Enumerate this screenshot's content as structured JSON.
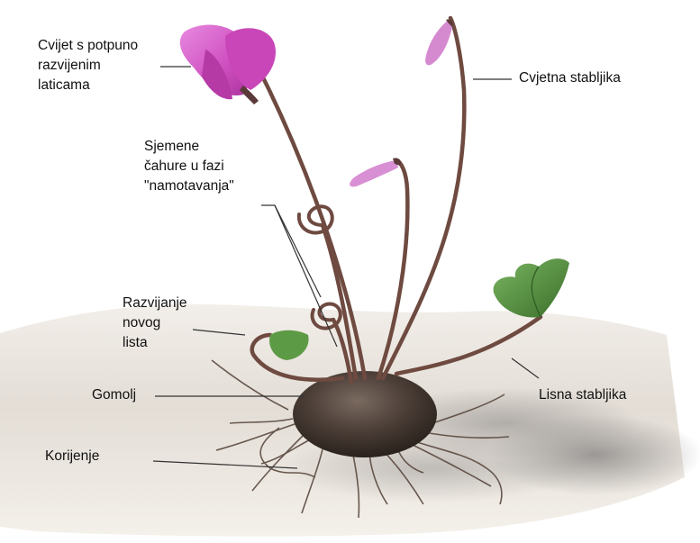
{
  "labels": {
    "flower": "Cvijet s potpuno\nrazvijenim\nlaticama",
    "flower_stalk": "Cvjetna stabljika",
    "seed_pods": "Sjemene\nčahure u fazi\n\"namotavanja\"",
    "new_leaf": "Razvijanje\nnovog\nlista",
    "tuber": "Gomolj",
    "leaf_stalk": "Lisna stabljika",
    "roots": "Korijenje"
  },
  "colors": {
    "petal": "#d458c6",
    "stem": "#6e4a40",
    "leaf": "#4f8a3a",
    "tuber": "#4a3d36",
    "ground": "#e9e2d8",
    "leader": "#333333"
  }
}
